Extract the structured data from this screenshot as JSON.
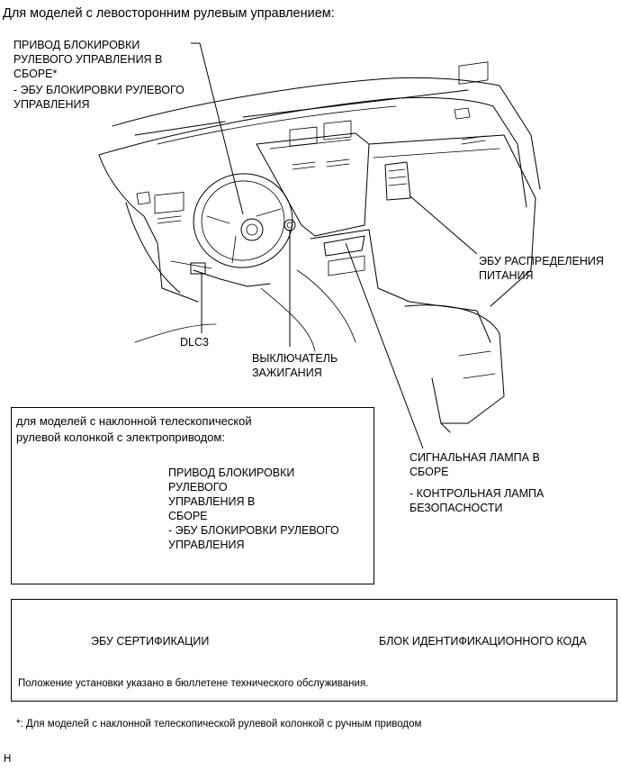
{
  "header": {
    "title": "Для моделей с левосторонним рулевым управлением:"
  },
  "main_labels": {
    "steering_lock": [
      "ПРИВОД БЛОКИРОВКИ",
      "РУЛЕВОГО УПРАВЛЕНИЯ В",
      "СБОРЕ*",
      "- ЭБУ БЛОКИРОВКИ РУЛЕВОГО",
      "УПРАВЛЕНИЯ"
    ],
    "power_ecu": [
      "ЭБУ РАСПРЕДЕЛЕНИЯ",
      "ПИТАНИЯ"
    ],
    "dlc3": "DLC3",
    "ignition_switch": [
      "ВЫКЛЮЧАТЕЛЬ",
      "ЗАЖИГАНИЯ"
    ],
    "indicator_lamp": [
      "СИГНАЛЬНАЯ ЛАМПА В",
      "СБОРЕ"
    ],
    "security_lamp": [
      "- КОНТРОЛЬНАЯ ЛАМПА",
      "БЕЗОПАСНОСТИ"
    ]
  },
  "inset": {
    "title": [
      "для моделей с наклонной телескопической",
      "рулевой колонкой с электроприводом:"
    ],
    "label": [
      "ПРИВОД БЛОКИРОВКИ",
      "РУЛЕВОГО",
      "УПРАВЛЕНИЯ В",
      "СБОРЕ",
      "- ЭБУ БЛОКИРОВКИ РУЛЕВОГО",
      "УПРАВЛЕНИЯ"
    ]
  },
  "legend": {
    "cert_ecu": "ЭБУ СЕРТИФИКАЦИИ",
    "id_code_box": "БЛОК ИДЕНТИФИКАЦИОННОГО КОДА",
    "note": "Положение установки указано в бюллетене технического обслуживания."
  },
  "footnote": "*: Для моделей с наклонной телескопической рулевой колонкой с ручным приводом",
  "corner_mark": "H"
}
